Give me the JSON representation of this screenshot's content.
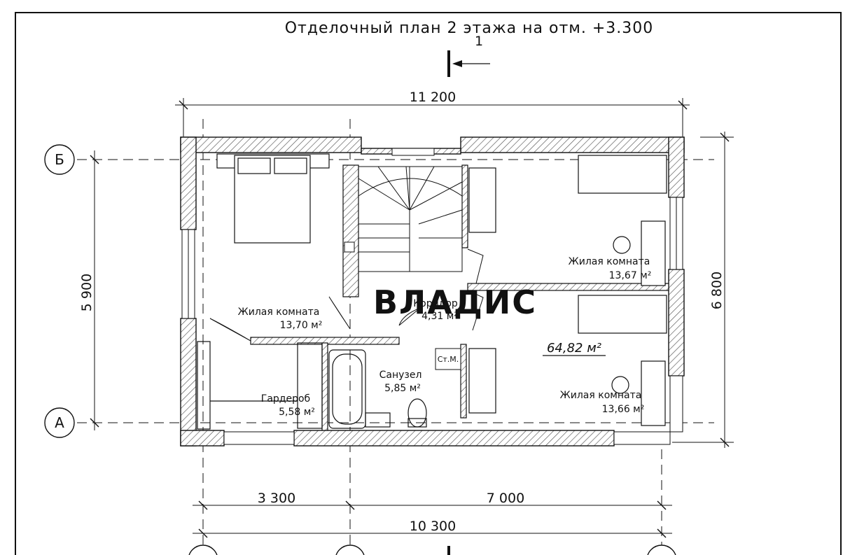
{
  "title": "Отделочный план 2 этажа на отм. +3.300",
  "section_mark": "1",
  "watermark": "ВЛАДИС",
  "dimensions": {
    "top_total": "11 200",
    "left_height": "5 900",
    "right_height": "6 800",
    "bottom_left": "3 300",
    "bottom_right": "7 000",
    "bottom_total": "10 300"
  },
  "axes": {
    "b": "Б",
    "a": "А"
  },
  "rooms": {
    "bedroom_left": {
      "name": "Жилая комната",
      "area": "13,70 м²"
    },
    "corridor": {
      "name": "Коридор",
      "area": "4,31 м²"
    },
    "bedroom_top_right": {
      "name": "Жилая комната",
      "area": "13,67 м²"
    },
    "bedroom_bottom_right": {
      "name": "Жилая комната",
      "area": "13,66 м²"
    },
    "wardrobe": {
      "name": "Гардероб",
      "area": "5,58 м²"
    },
    "bathroom": {
      "name": "Санузел",
      "area": "5,85 м²"
    }
  },
  "riser_label": "Ст.М.",
  "total_area": "64,82 м²",
  "colors": {
    "line": "#111111",
    "hatch": "#555555",
    "watermark": "#d9d9d9",
    "background": "#ffffff"
  }
}
